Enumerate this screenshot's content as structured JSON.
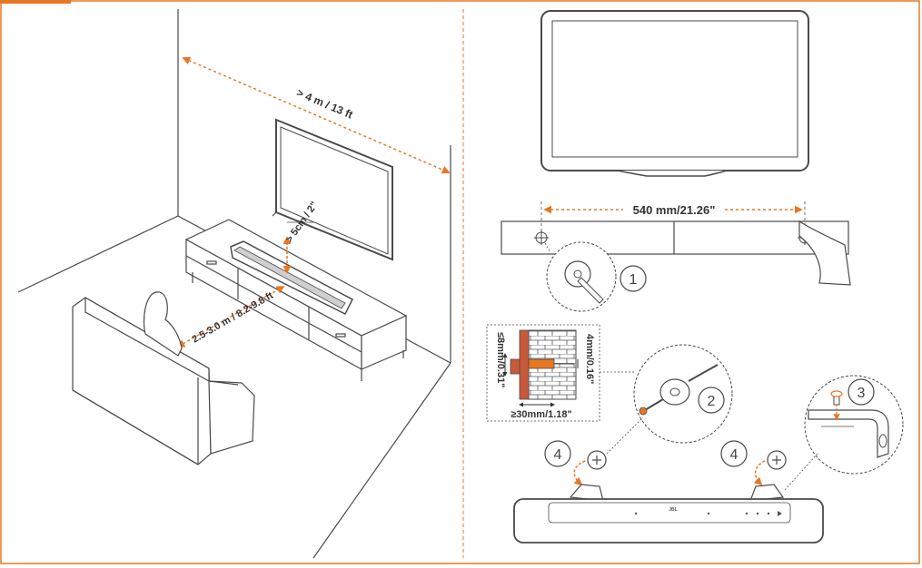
{
  "colors": {
    "accent": "#E87722",
    "line": "#4a4a4a",
    "panel": "#f4f4f4",
    "brick": "#c85a3a"
  },
  "left_panel": {
    "wall_distance_label": "> 4 m / 13 ft",
    "tv_gap_label": "> 5cm / 2\"",
    "seat_distance_label": "2.5-3.0 m / 8.2-9.8 ft"
  },
  "right_panel": {
    "bracket_spacing_label": "540 mm/21.26\"",
    "screw_depth_label": "≤8mm/0.31\"",
    "drill_diameter_label": "4mm/0.16\"",
    "anchor_depth_label": "≥30mm/1.18\"",
    "soundbar_brand": "JBL",
    "steps": {
      "step1": "1",
      "step2": "2",
      "step3": "3",
      "step4_left": "4",
      "step4_right": "4"
    }
  }
}
